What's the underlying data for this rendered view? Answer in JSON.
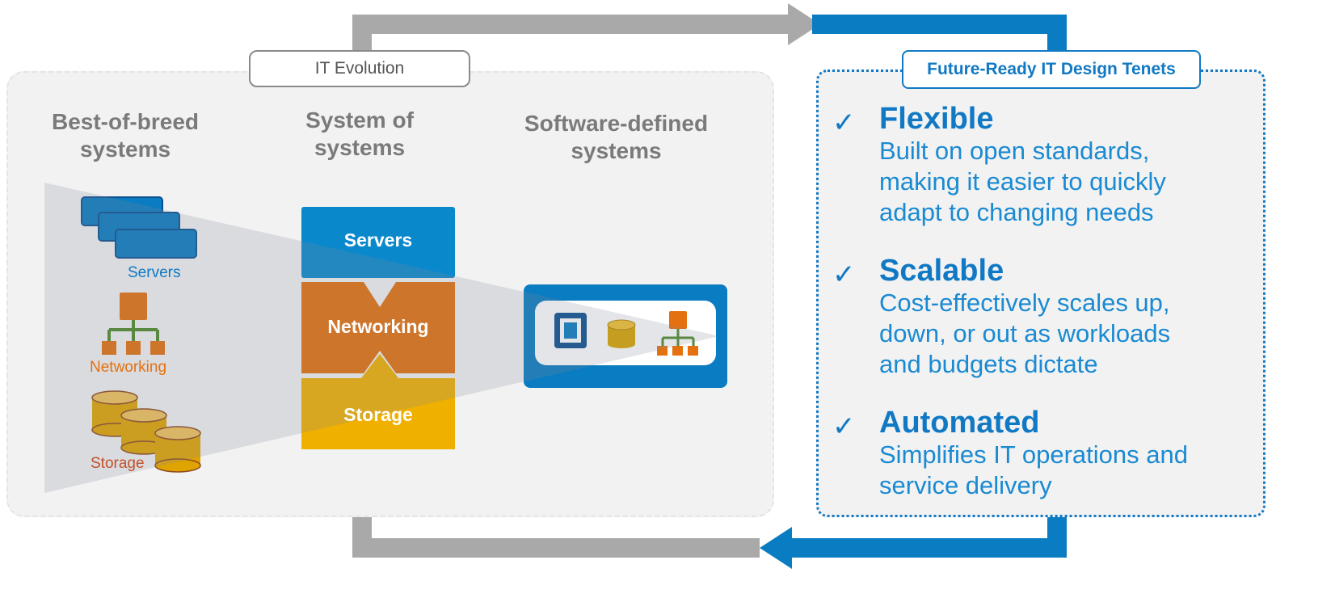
{
  "evolution_label": "IT Evolution",
  "columns": {
    "best_of_breed": "Best-of-breed systems",
    "system_of_systems": "System of systems",
    "software_defined": "Software-defined systems"
  },
  "best_of_breed_items": {
    "servers": "Servers",
    "networking": "Networking",
    "storage": "Storage"
  },
  "stack_items": {
    "servers": "Servers",
    "networking": "Networking",
    "storage": "Storage"
  },
  "tenets_label": "Future-Ready IT Design Tenets",
  "tenets": [
    {
      "title": "Flexible",
      "description": "Built on open standards,\nmaking it easier to quickly\nadapt to changing needs"
    },
    {
      "title": "Scalable",
      "description": "Cost-effectively scales up,\ndown, or out as workloads\nand budgets dictate"
    },
    {
      "title": "Automated",
      "description": "Simplifies IT operations and\nservice delivery"
    }
  ],
  "colors": {
    "blue": "#0a7cc1",
    "orange": "#e5700f",
    "yellow": "#f0b000",
    "grey_arrow": "#a9a9a9",
    "panel": "#f2f2f2"
  }
}
